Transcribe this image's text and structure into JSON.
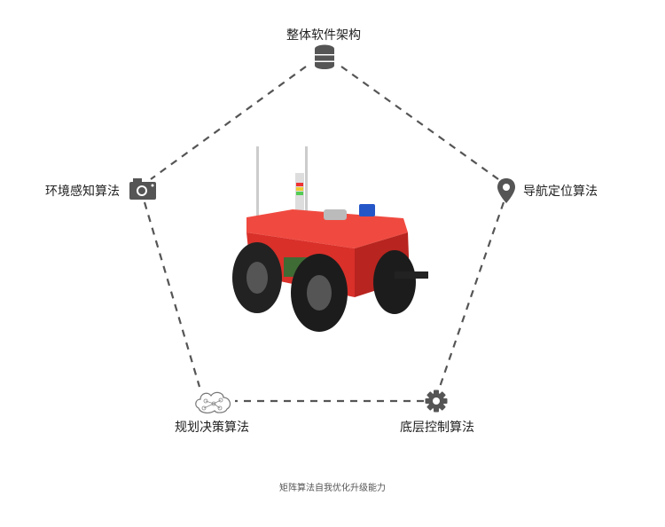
{
  "nodes": {
    "top": {
      "label": "整体软件架构",
      "icon": "database-icon"
    },
    "right": {
      "label": "导航定位算法",
      "icon": "map-pin-icon"
    },
    "bottom_right": {
      "label": "底层控制算法",
      "icon": "gear-icon"
    },
    "bottom_left": {
      "label": "规划决策算法",
      "icon": "brain-cloud-icon"
    },
    "left": {
      "label": "环境感知算法",
      "icon": "camera-icon"
    }
  },
  "caption": "矩阵算法自我优化升级能力",
  "colors": {
    "icon": "#555555",
    "line": "#555555",
    "robot": "#e8322e"
  }
}
